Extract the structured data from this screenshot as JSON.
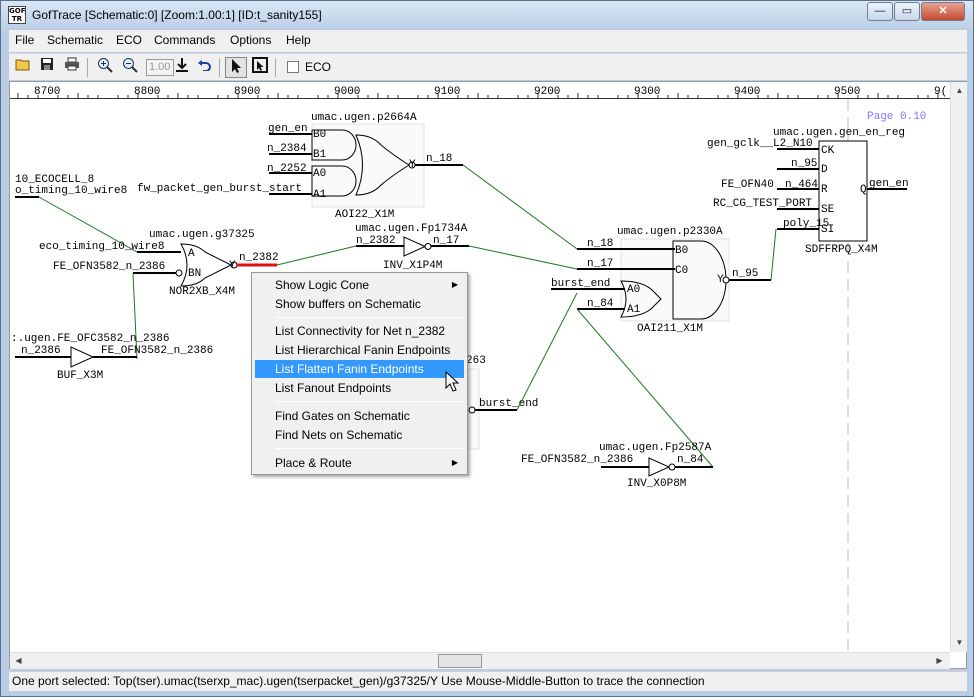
{
  "window": {
    "app_icon_text": "GOF\nTR",
    "title": "GofTrace [Schematic:0] [Zoom:1.00:1] [ID:t_sanity155]",
    "minimize_glyph": "—",
    "restore_glyph": "▭",
    "close_glyph": "✕"
  },
  "menubar": [
    "File",
    "Schematic",
    "ECO",
    "Commands",
    "Options",
    "Help"
  ],
  "toolbar": {
    "zoom_value": "1.00",
    "eco_label": "ECO",
    "eco_checked": false,
    "icons": [
      "open-icon",
      "save-icon",
      "print-icon",
      "zoom-in-icon",
      "zoom-out-icon",
      "download-icon",
      "undo-icon",
      "select-arrow-icon",
      "select-window-icon"
    ]
  },
  "ruler": {
    "ticks": [
      "8700",
      "8800",
      "8900",
      "9000",
      "9100",
      "9200",
      "9300",
      "9400",
      "9500",
      "9("
    ]
  },
  "page_label": "Page 0.10",
  "schematic": {
    "instances": [
      {
        "name": "umac.ugen.p2664A",
        "cell": "AOI22_X1M",
        "pins": [
          "B0",
          "B1",
          "A0",
          "A1",
          "Y"
        ]
      },
      {
        "name": "umac.ugen.g37325",
        "cell": "NOR2XB_X4M",
        "pins": [
          "A",
          "BN",
          "Y"
        ]
      },
      {
        "name": "umac.ugen.Fp1734A",
        "cell": "INV_X1P4M",
        "pins": []
      },
      {
        "name": "umac.ugen.p2330A",
        "cell": "OAI211_X1M",
        "pins": [
          "B0",
          "C0",
          "A0",
          "A1",
          "Y"
        ]
      },
      {
        "name": "umac.ugen.gen_en_reg",
        "cell": "SDFFRPQ_X4M",
        "pins": [
          "CK",
          "D",
          "R",
          "SE",
          "SI",
          "Q"
        ]
      },
      {
        "name": "umac.ugen.Fp2587A",
        "cell": "INV_X0P8M",
        "pins": []
      },
      {
        "name": "263",
        "cell": "",
        "pins": []
      },
      {
        "name": ":.ugen.FE_OFC3582_n_2386",
        "cell": "BUF_X3M",
        "pins": []
      }
    ],
    "nets": [
      "gen_en",
      "n_2384",
      "n_2252",
      "fw_packet_gen_burst_start",
      "n_18",
      "10_ECOCELL_8",
      "o_timing_10_wire8",
      "eco_timing_10_wire8",
      "FE_OFN3582_n_2386",
      "n_2382",
      "n_17",
      "n_2386",
      "FE_OFN3582_n_2386",
      "burst_end",
      "n_84",
      "n_18",
      "n_17",
      "burst_end",
      "n_95",
      "gen_gclk__L2_N10",
      "n_95",
      "FE_OFN40",
      "n_464",
      "RC_CG_TEST_PORT",
      "poly_15",
      "gen_en",
      "burst_end",
      "FE_OFN3582_n_2386",
      "n_84"
    ]
  },
  "context_menu": {
    "items": [
      {
        "label": "Show Logic Cone",
        "submenu": true
      },
      {
        "label": "Show buffers on Schematic",
        "submenu": false
      },
      {
        "label": "List Connectivity for Net n_2382",
        "submenu": false
      },
      {
        "label": "List Hierarchical Fanin Endpoints",
        "submenu": false
      },
      {
        "label": "List Flatten Fanin Endpoints",
        "submenu": false,
        "highlighted": true
      },
      {
        "label": "List Fanout Endpoints",
        "submenu": false
      },
      {
        "label": "Find Gates on Schematic",
        "submenu": false
      },
      {
        "label": "Find Nets on Schematic",
        "submenu": false
      },
      {
        "label": "Place & Route",
        "submenu": true
      }
    ]
  },
  "status": "One port selected: Top(tser).umac(tserxp_mac).ugen(tserpacket_gen)/g37325/Y   Use Mouse-Middle-Button to trace the connection",
  "colors": {
    "wire": "#1a7a1a",
    "selected_wire": "#e01010",
    "page_label": "#7b7bff",
    "menu_highlight": "#3399ff"
  }
}
